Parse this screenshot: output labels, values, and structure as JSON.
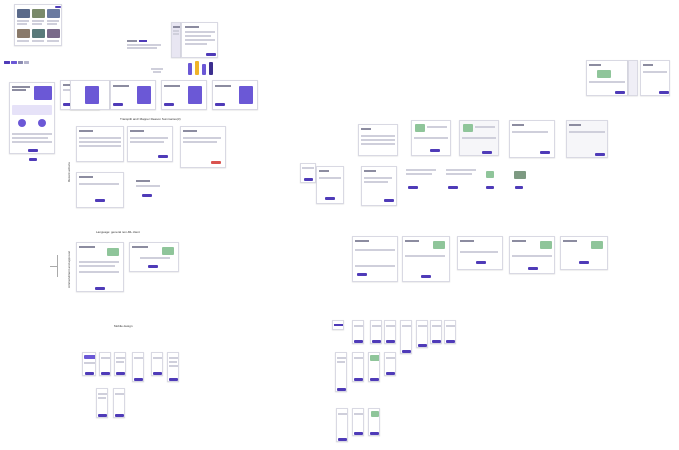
{
  "canvas": {
    "background": "#ffffff"
  },
  "colors": {
    "brand": "#4f3bb8",
    "illustration": "#6b58d6",
    "frame_bg": "#f6f6f9",
    "green": "#8fc59a",
    "alert": "#d9534f"
  },
  "section_labels": {
    "flow_title": "Transpilit and/ Mapper Reason Summaries(3)",
    "recent_section": "Recent actions",
    "language_section": "Language: general non-ML client",
    "approval_section": "Ammendment and approval",
    "mobile_section": "Mobile design"
  },
  "icons": {
    "people_illustration": "people-illustration-icon",
    "camera": "camera-icon",
    "map": "map-icon"
  }
}
